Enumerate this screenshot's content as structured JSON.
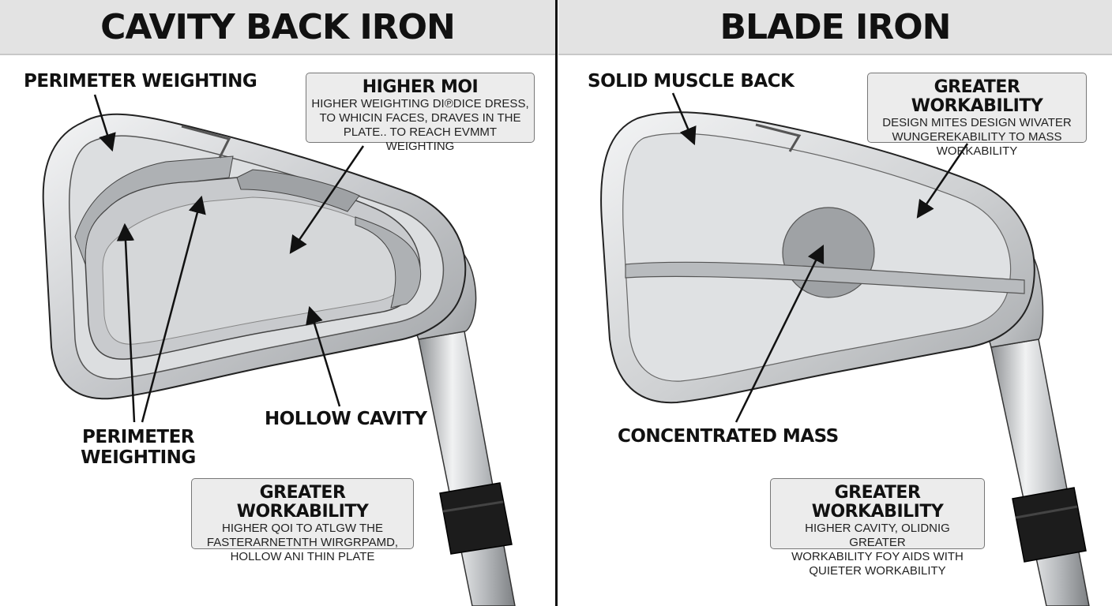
{
  "left_panel": {
    "title": "CAVITY BACK IRON",
    "label_perimeter_top": "PERIMETER WEIGHTING",
    "label_perimeter_bottom": [
      "PERIMETER",
      "WEIGHTING"
    ],
    "label_hollow_cavity": "HOLLOW CAVITY",
    "callout_moi": {
      "heading": "HIGHER MOI",
      "lines": [
        "HIGHER WEIGHTING DI℗DICE DRESS,",
        "TO WHICIN FACES, DRAVES IN THE",
        "PLATE.. TO REACH EVMMT WEIGHTING"
      ]
    },
    "callout_workability": {
      "heading": "GREATER WORKABILITY",
      "lines": [
        "HIGHER QOI TO ATLGW THE",
        "FASTERARNETNTH WIRGRPAMD,",
        "HOLLOW ANI THIN PLATE"
      ]
    }
  },
  "right_panel": {
    "title": "BLADE IRON",
    "label_muscle_back": "SOLID MUSCLE BACK",
    "label_concentrated_mass": "CONCENTRATED MASS",
    "callout_top": {
      "heading": "GREATER WORKABILITY",
      "lines": [
        "DESIGN MITES DESIGN WIVATER",
        "WUNGEREKABILITY TO MASS",
        "WORKABILITY"
      ]
    },
    "callout_bottom": {
      "heading": "GREATER WORKABILITY",
      "lines": [
        "HIGHER CAVITY, OLIDNIG GREATER",
        "WORKABILITY FOY AIDS WITH",
        "QUIETER WORKABILITY"
      ]
    }
  },
  "colors": {
    "title_bar": "#e3e3e3",
    "metal_light": "#e9eaeb",
    "metal_mid": "#b9bcbf",
    "metal_dark": "#8a8d90",
    "ferrule": "#1a1a1a",
    "outline": "#222222"
  }
}
